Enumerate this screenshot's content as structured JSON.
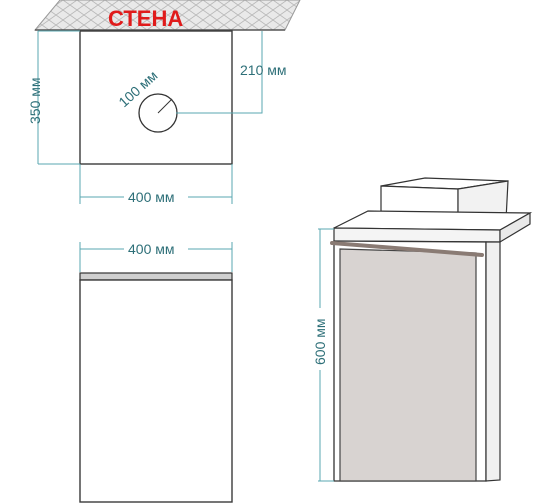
{
  "wall_label": "СТЕНА",
  "top_view": {
    "hole_diameter": "100 мм",
    "hole_offset": "210 мм",
    "depth": "350 мм",
    "width": "400 мм"
  },
  "front_view": {
    "width": "400 мм"
  },
  "perspective_view": {
    "height": "600 мм"
  },
  "colors": {
    "wall_label": "#e01b1b",
    "dimension": "#5aa7b0",
    "door_fill": "#d8d3d1",
    "outline": "#3a3a3a"
  }
}
